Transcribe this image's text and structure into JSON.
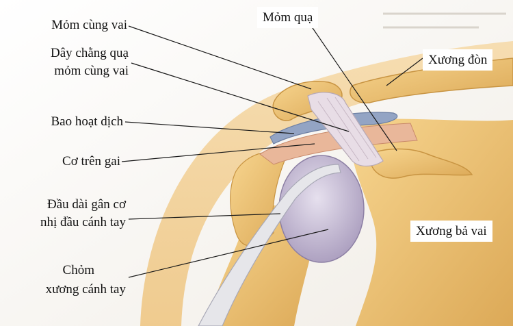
{
  "labels": {
    "acromion": "Mỏm cùng vai",
    "coracoacromial_ligament_1": "Dây chằng quạ",
    "coracoacromial_ligament_2": "mỏm cùng vai",
    "bursa": "Bao hoạt dịch",
    "supraspinatus": "Cơ trên gai",
    "biceps_tendon_1": "Đầu dài gân cơ",
    "biceps_tendon_2": "nhị đầu cánh tay",
    "humeral_head_1": "Chỏm",
    "humeral_head_2": "xương cánh tay",
    "coracoid": "Mỏm quạ",
    "clavicle": "Xương đòn",
    "scapula": "Xương bả vai"
  },
  "colors": {
    "bone": "#f2c97e",
    "bone_shadow": "#d8a24e",
    "skin": "#f3d7a8",
    "cartilage": "#b9aec8",
    "ligament": "#e8dde6",
    "bursa": "#93a4c4",
    "muscle": "#e9b79a",
    "leader_line": "#1a1a1a"
  }
}
